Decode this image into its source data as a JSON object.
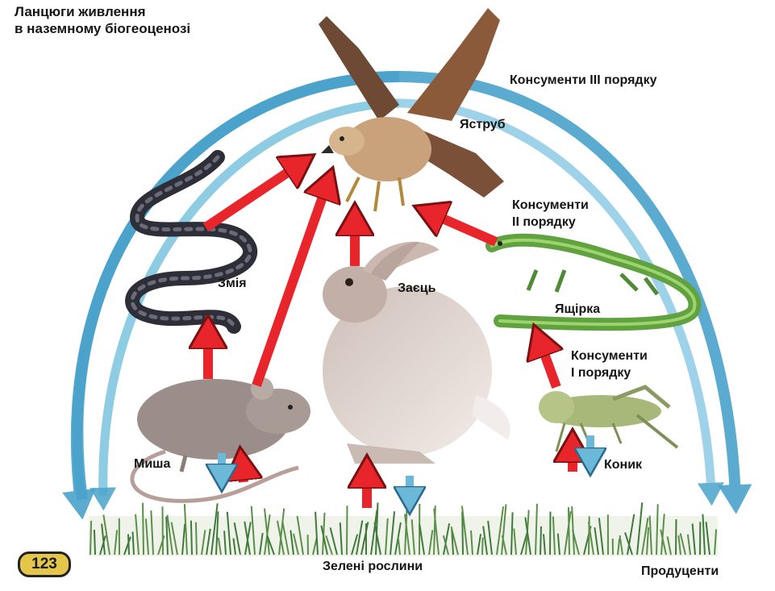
{
  "title": {
    "line1": "Ланцюги живлення",
    "line2": "в наземному біогеоценозі"
  },
  "levels": {
    "consumers_3": "Консументи III порядку",
    "consumers_2_line1": "Консументи",
    "consumers_2_line2": "II порядку",
    "consumers_1_line1": "Консументи",
    "consumers_1_line2": "I порядку",
    "producers": "Продуценти"
  },
  "organisms": {
    "hawk": "Яструб",
    "snake": "Змія",
    "hare": "Заєць",
    "lizard": "Ящірка",
    "mouse": "Миша",
    "grasshopper": "Коник",
    "plants": "Зелені рослини"
  },
  "page_number": "123",
  "colors": {
    "energy_arrow": "#e8252a",
    "return_arrow": "#6cb8d8",
    "arc": "#4aa3cc",
    "grass": "#3f7a3a",
    "hawk": "#8a5a3a",
    "snake": "#3a3a45",
    "hare": "#d9cdc8",
    "lizard": "#6fb24a",
    "mouse": "#9b8e8a",
    "grasshopper": "#a8b878",
    "badge": "#e3c64a"
  }
}
